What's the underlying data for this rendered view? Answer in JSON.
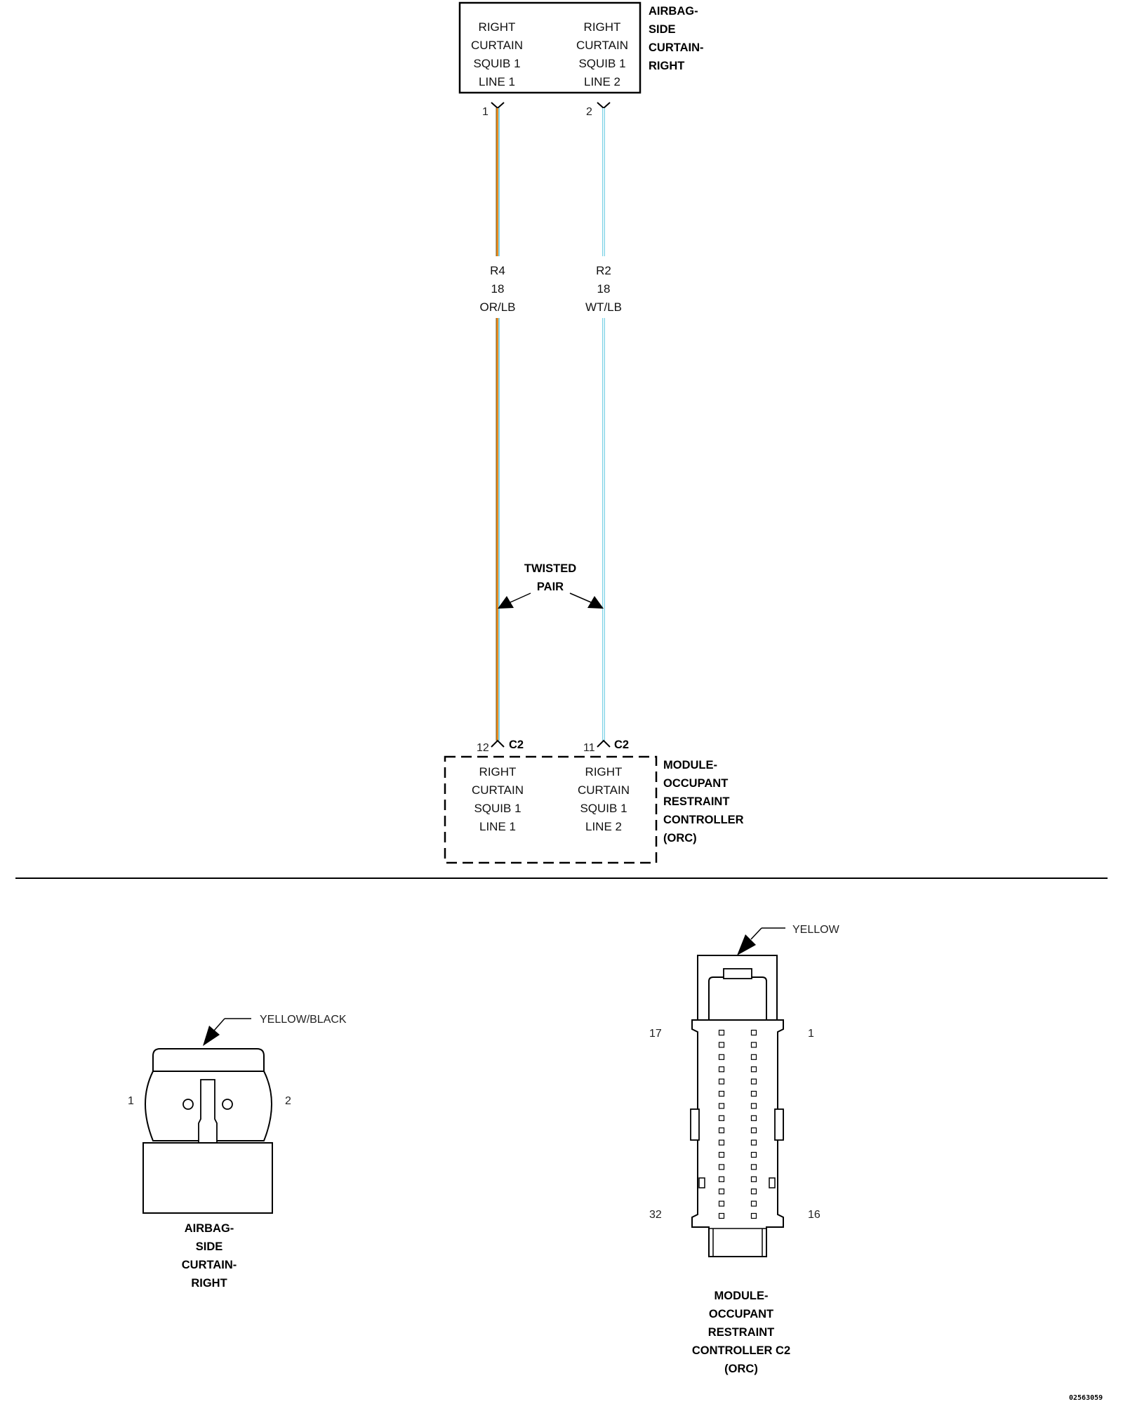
{
  "top_component": {
    "name_lines": [
      "AIRBAG-",
      "SIDE",
      "CURTAIN-",
      "RIGHT"
    ],
    "col1_lines": [
      "RIGHT",
      "CURTAIN",
      "SQUIB 1",
      "LINE 1"
    ],
    "col2_lines": [
      "RIGHT",
      "CURTAIN",
      "SQUIB 1",
      "LINE 2"
    ],
    "pin1": "1",
    "pin2": "2"
  },
  "wires": [
    {
      "circuit": "R4",
      "gauge": "18",
      "color": "OR/LB",
      "hex_primary": "#f08a1c",
      "hex_tracer": "#7fd3e6"
    },
    {
      "circuit": "R2",
      "gauge": "18",
      "color": "WT/LB",
      "hex_primary": "#ffffff",
      "hex_tracer": "#7fd3e6"
    }
  ],
  "twisted_pair": [
    "TWISTED",
    "PAIR"
  ],
  "bottom_component": {
    "name_lines": [
      "MODULE-",
      "OCCUPANT",
      "RESTRAINT",
      "CONTROLLER",
      "(ORC)"
    ],
    "col1_lines": [
      "RIGHT",
      "CURTAIN",
      "SQUIB 1",
      "LINE 1"
    ],
    "col2_lines": [
      "RIGHT",
      "CURTAIN",
      "SQUIB 1",
      "LINE 2"
    ],
    "pin1": "12",
    "pin2": "11",
    "connector1": "C2",
    "connector2": "C2"
  },
  "connector_views": {
    "left": {
      "color_label": "YELLOW/BLACK",
      "pin_left": "1",
      "pin_right": "2",
      "name_lines": [
        "AIRBAG-",
        "SIDE",
        "CURTAIN-",
        "RIGHT"
      ]
    },
    "right": {
      "color_label": "YELLOW",
      "pin_top_left": "17",
      "pin_top_right": "1",
      "pin_bottom_left": "32",
      "pin_bottom_right": "16",
      "name_lines": [
        "MODULE-",
        "OCCUPANT",
        "RESTRAINT",
        "CONTROLLER C2",
        "(ORC)"
      ]
    }
  },
  "doc_id": "02563059"
}
